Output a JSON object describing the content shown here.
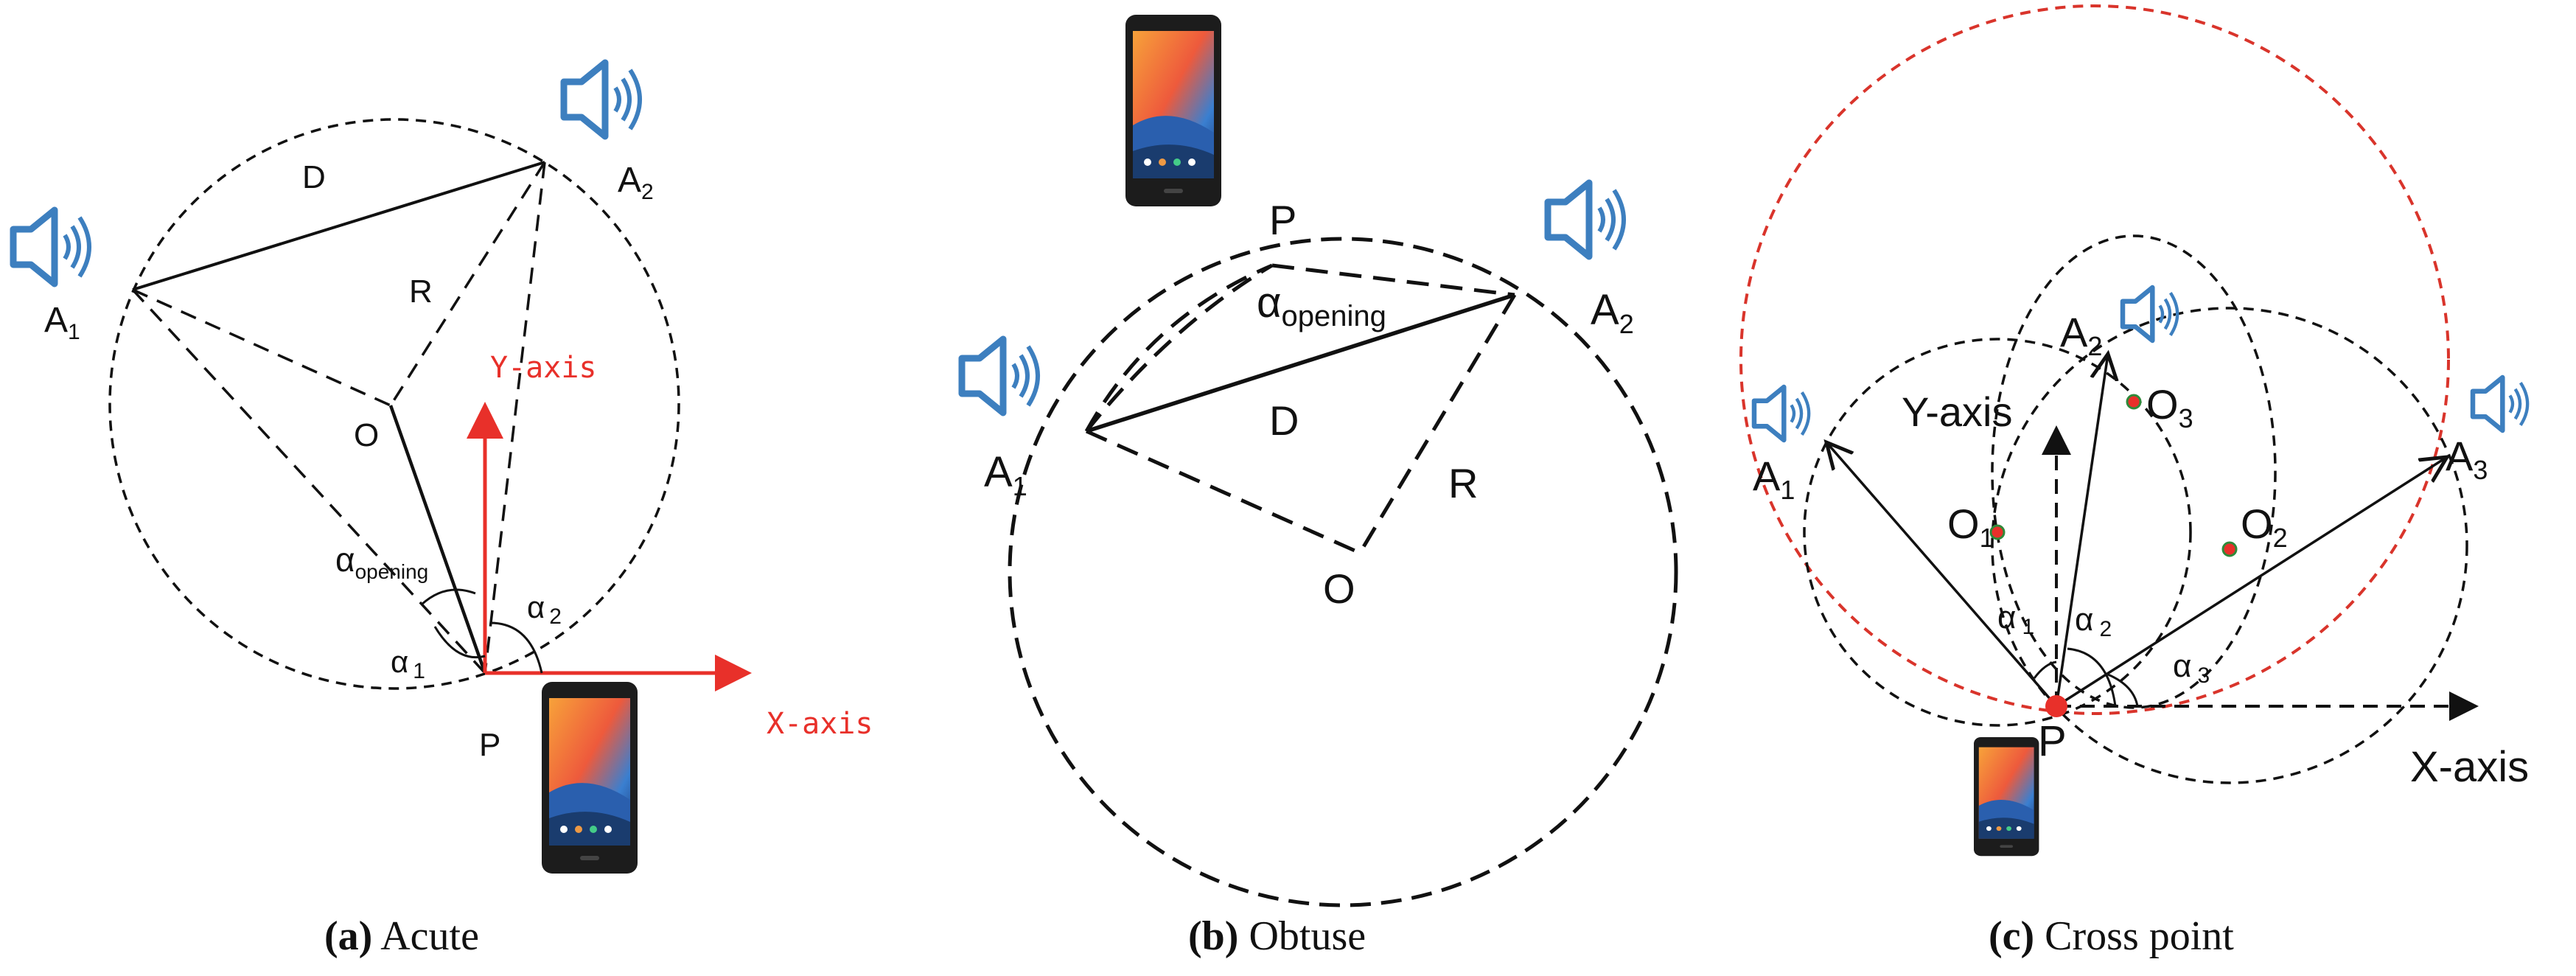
{
  "colors": {
    "ink": "#111111",
    "axis_red": "#e8302a",
    "circle_red": "#d9342b",
    "speaker_blue": "#3d7fbf",
    "center_dot_green": "#2f8a3a"
  },
  "icons": [
    "speaker-icon",
    "smartphone-icon"
  ],
  "panels": {
    "a": {
      "caption_letter": "(a)",
      "caption_text": "Acute",
      "labels": {
        "A1": "A",
        "A1_sub": "1",
        "A2": "A",
        "A2_sub": "2",
        "D": "D",
        "R": "R",
        "O": "O",
        "P": "P",
        "alpha_opening": "α",
        "alpha_opening_sub": "opening",
        "alpha1": "α",
        "alpha1_sub": "1",
        "alpha2": "α",
        "alpha2_sub": "2",
        "y_axis": "Y-axis",
        "x_axis": "X-axis"
      }
    },
    "b": {
      "caption_letter": "(b)",
      "caption_text": "Obtuse",
      "labels": {
        "A1": "A",
        "A1_sub": "1",
        "A2": "A",
        "A2_sub": "2",
        "P": "P",
        "D": "D",
        "R": "R",
        "O": "O",
        "alpha_opening": "α",
        "alpha_opening_sub": "opening"
      }
    },
    "c": {
      "caption_letter": "(c)",
      "caption_text": "Cross point",
      "labels": {
        "A1": "A",
        "A1_sub": "1",
        "A2": "A",
        "A2_sub": "2",
        "A3": "A",
        "A3_sub": "3",
        "O1": "O",
        "O1_sub": "1",
        "O2": "O",
        "O2_sub": "2",
        "O3": "O",
        "O3_sub": "3",
        "alpha1": "α",
        "alpha1_sub": "1",
        "alpha2": "α",
        "alpha2_sub": "2",
        "alpha3": "α",
        "alpha3_sub": "3",
        "P": "P",
        "y_axis": "Y-axis",
        "x_axis": "X-axis"
      }
    }
  }
}
